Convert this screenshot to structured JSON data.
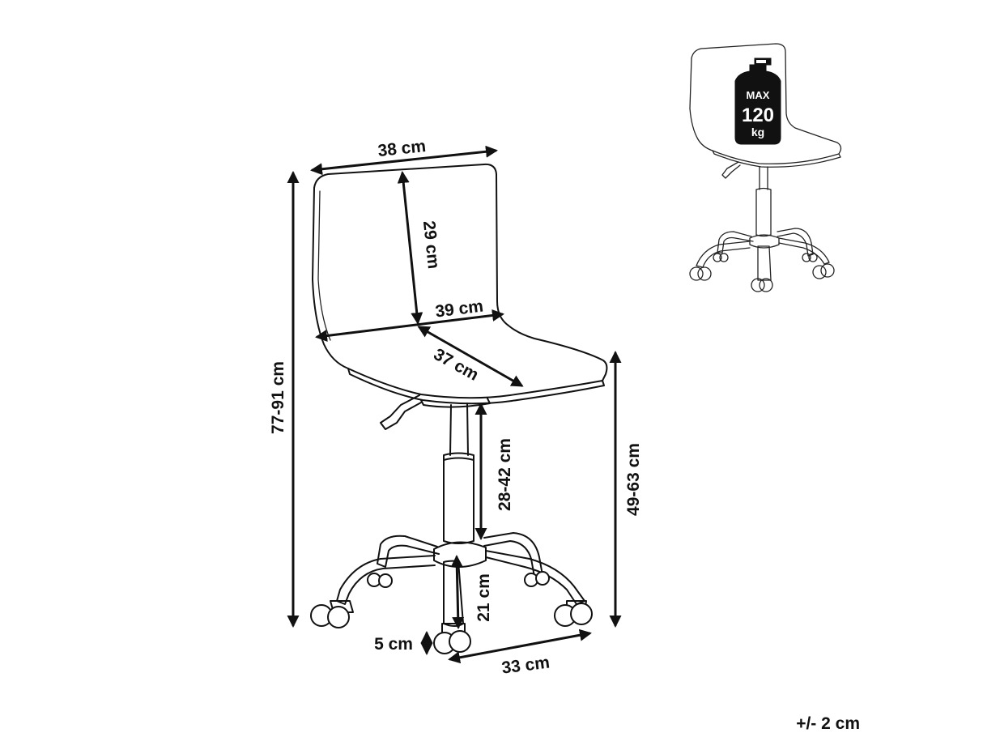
{
  "dimensions": {
    "seat_back_width": "38 cm",
    "backrest_height": "29 cm",
    "seat_width": "39 cm",
    "seat_depth": "37 cm",
    "overall_height": "77-91 cm",
    "seat_height": "49-63 cm",
    "gas_lift_height": "28-42 cm",
    "base_height": "21 cm",
    "caster_height": "5 cm",
    "base_leg_length": "33 cm"
  },
  "max_load": {
    "line1": "MAX",
    "line2": "120",
    "line3": "kg"
  },
  "tolerance": "+/- 2 cm",
  "colors": {
    "line": "#111111",
    "background": "#ffffff"
  }
}
